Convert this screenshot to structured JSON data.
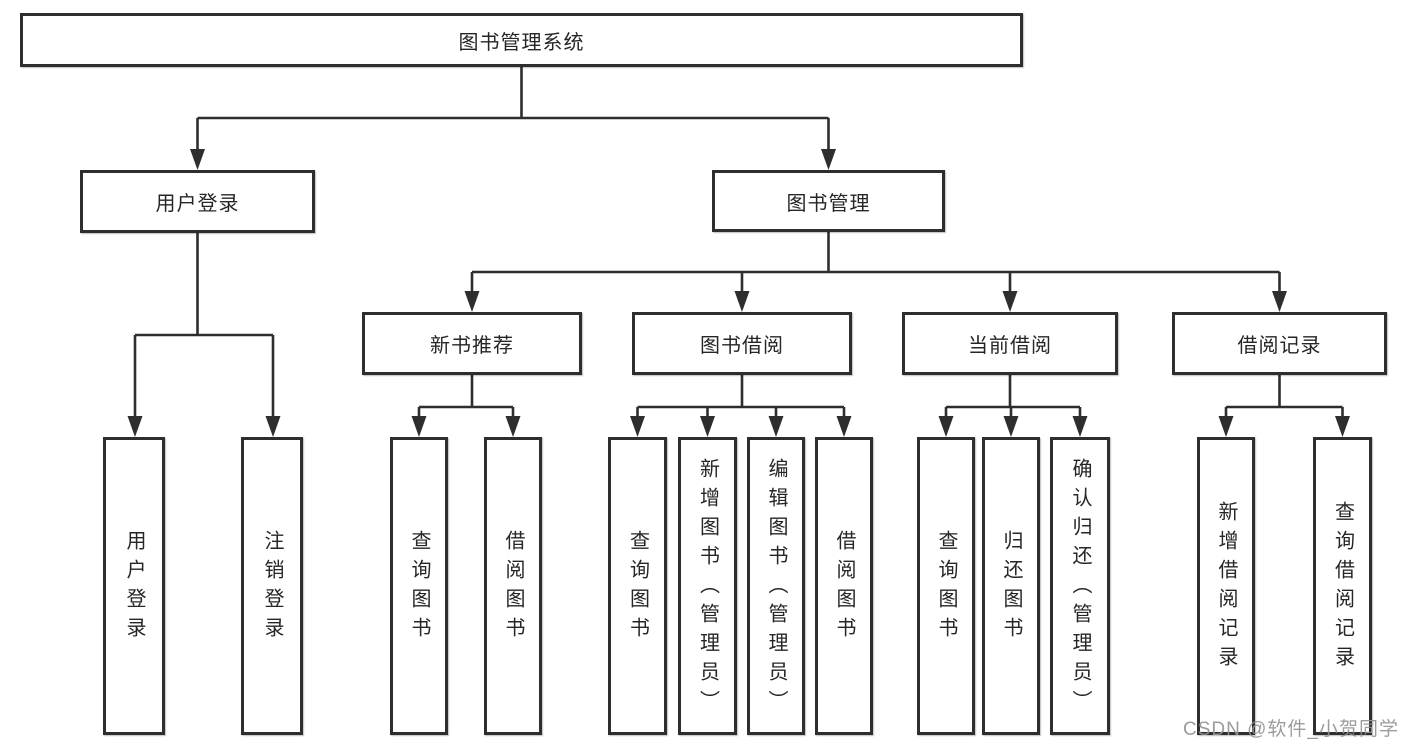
{
  "diagram": {
    "title": "图书管理系统",
    "root": {
      "label": "图书管理系统"
    },
    "level2": [
      {
        "label": "用户登录"
      },
      {
        "label": "图书管理"
      }
    ],
    "level3": [
      {
        "label": "新书推荐"
      },
      {
        "label": "图书借阅"
      },
      {
        "label": "当前借阅"
      },
      {
        "label": "借阅记录"
      }
    ],
    "leaves": {
      "user_login": [
        "用户登录",
        "注销登录"
      ],
      "new_books": [
        "查询图书",
        "借阅图书"
      ],
      "book_borrow": [
        "查询图书",
        "新增图书（管理员）",
        "编辑图书（管理员）",
        "借阅图书"
      ],
      "current_borrow": [
        "查询图书",
        "归还图书",
        "确认归还（管理员）"
      ],
      "borrow_records": [
        "新增借阅记录",
        "查询借阅记录"
      ]
    }
  },
  "watermark": {
    "text": "CSDN @软件_小贺同学"
  },
  "colors": {
    "line": "#2e2e2e",
    "box_border": "#2e2e2e",
    "text": "#262626",
    "background": "#ffffff",
    "watermark": "#949496"
  }
}
